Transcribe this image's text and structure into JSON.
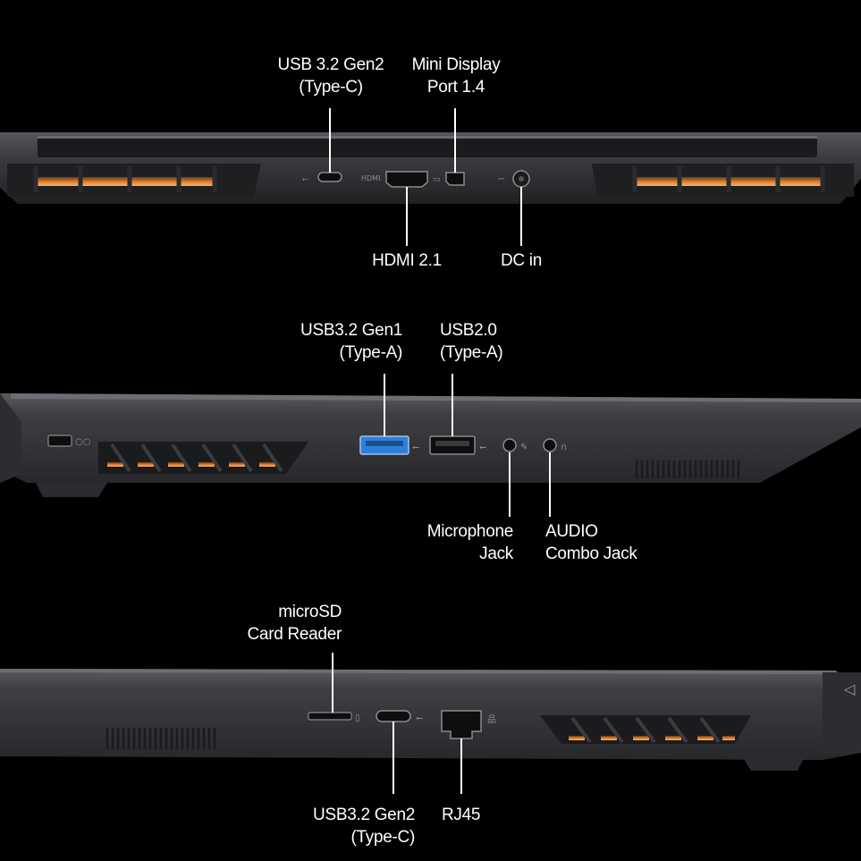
{
  "views": {
    "rear": {
      "labels": {
        "usb_c": [
          "USB 3.2 Gen2",
          "(Type-C)"
        ],
        "mini_dp": [
          "Mini Display",
          "Port 1.4"
        ],
        "hdmi": [
          "HDMI 2.1"
        ],
        "dc_in": [
          "DC in"
        ]
      }
    },
    "left": {
      "labels": {
        "usb3_gen1": [
          "USB3.2 Gen1",
          "(Type-A)"
        ],
        "usb2": [
          "USB2.0",
          "(Type-A)"
        ],
        "microphone": [
          "Microphone",
          "Jack"
        ],
        "audio": [
          "AUDIO",
          "Combo Jack"
        ]
      }
    },
    "right": {
      "labels": {
        "microsd": [
          "microSD",
          "Card Reader"
        ],
        "usb_c": [
          "USB3.2 Gen2",
          "(Type-C)"
        ],
        "rj45": [
          "RJ45"
        ]
      }
    }
  },
  "port_markings": {
    "hdmi": "HDMI"
  },
  "colors": {
    "background": "#000000",
    "chassis": "#3a3b3e",
    "chassis_top": "#4a4b4f",
    "vent_glow": "#e8893a",
    "usb3_blue": "#2f7fd6",
    "label": "#ffffff"
  }
}
